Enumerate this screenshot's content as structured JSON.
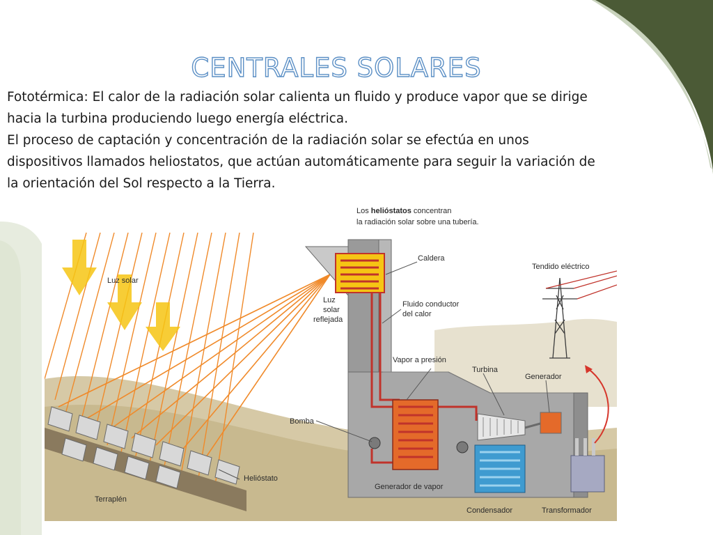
{
  "slide": {
    "title": "CENTRALES SOLARES",
    "paragraphs": [
      "Fototérmica: El calor de la radiación solar calienta un fluido y produce vapor que se dirige hacia la turbina produciendo luego energía eléctrica.",
      "El proceso de captación y concentración de la radiación solar se efectúa en unos dispositivos llamados heliostatos, que actúan automáticamente para seguir la variación de la orientación del Sol respecto a la Tierra."
    ]
  },
  "diagram": {
    "header": {
      "pre": "Los ",
      "bold": "helióstatos",
      "post": " concentran",
      "line2": "la radiación solar sobre una tubería."
    },
    "labels": {
      "luz_solar": "Luz solar",
      "luz_reflejada_1": "Luz",
      "luz_reflejada_2": "solar",
      "luz_reflejada_3": "reflejada",
      "caldera": "Caldera",
      "fluido_1": "Fluido conductor",
      "fluido_2": "del calor",
      "vapor": "Vapor a presión",
      "turbina": "Turbina",
      "generador": "Generador",
      "tendido": "Tendido eléctrico",
      "bomba": "Bomba",
      "heliostato": "Helióstato",
      "terraplen": "Terraplén",
      "generador_vapor": "Generador de vapor",
      "condensador": "Condensador",
      "transformador": "Transformador"
    },
    "colors": {
      "accent_green": "#4a5a35",
      "title_outline": "#5b8fc5",
      "pipe_red": "#c0332b",
      "ray_orange": "#f08a2a",
      "sun_yellow": "#f6c514",
      "condenser_blue": "#3f9bd0"
    }
  }
}
